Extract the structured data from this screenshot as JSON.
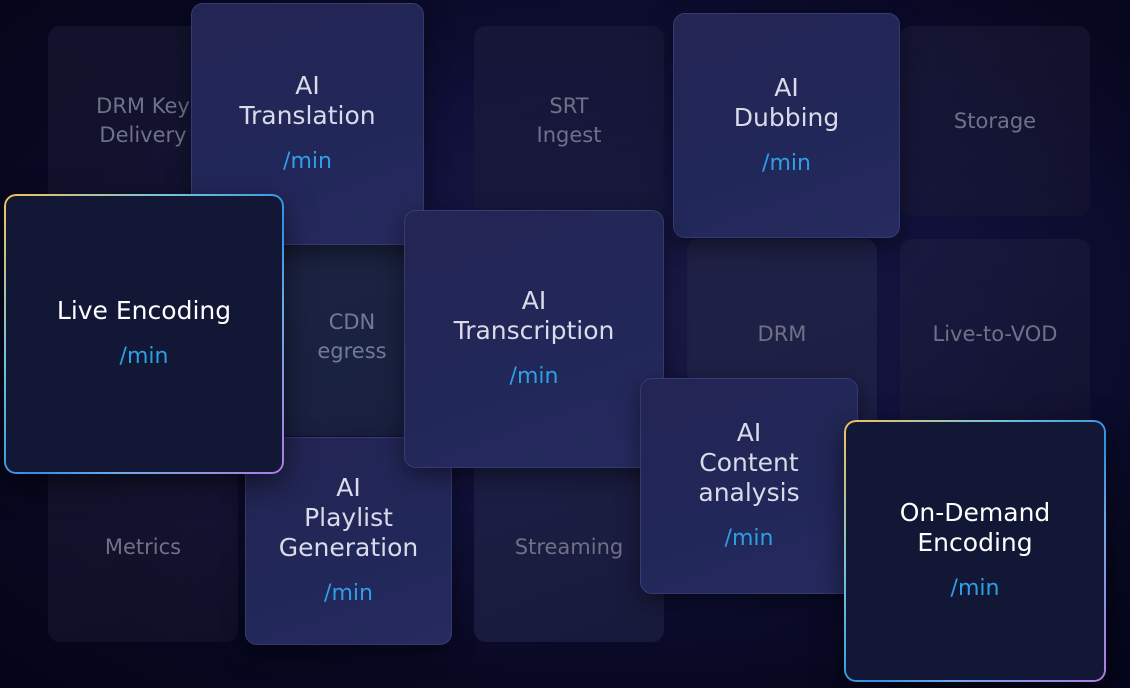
{
  "colors": {
    "unit_text": "#2e9fe4",
    "highlight_border_gradient": [
      "#f6c25a",
      "#2f8fe0",
      "#b07be0"
    ],
    "ai_tile_bg": "#232653",
    "dim_text": "#6f7187"
  },
  "tiles": {
    "drm_key_delivery": {
      "lines": [
        "DRM Key",
        "Delivery"
      ]
    },
    "ai_translation": {
      "lines": [
        "AI",
        "Translation"
      ],
      "unit": "/min"
    },
    "srt_ingest": {
      "lines": [
        "SRT",
        "Ingest"
      ]
    },
    "ai_dubbing": {
      "lines": [
        "AI",
        "Dubbing"
      ],
      "unit": "/min"
    },
    "storage": {
      "lines": [
        "Storage"
      ]
    },
    "live_encoding": {
      "lines": [
        "Live Encoding"
      ],
      "unit": "/min"
    },
    "cdn_egress": {
      "lines": [
        "CDN",
        "egress"
      ]
    },
    "ai_transcription": {
      "lines": [
        "AI",
        "Transcription"
      ],
      "unit": "/min"
    },
    "drm": {
      "lines": [
        "DRM"
      ]
    },
    "live_to_vod": {
      "lines": [
        "Live-to-VOD"
      ]
    },
    "metrics": {
      "lines": [
        "Metrics"
      ]
    },
    "ai_playlist_generation": {
      "lines": [
        "AI",
        "Playlist",
        "Generation"
      ],
      "unit": "/min"
    },
    "streaming": {
      "lines": [
        "Streaming"
      ]
    },
    "ai_content_analysis": {
      "lines": [
        "AI",
        "Content",
        "analysis"
      ],
      "unit": "/min"
    },
    "on_demand_encoding": {
      "lines": [
        "On-Demand",
        "Encoding"
      ],
      "unit": "/min"
    }
  }
}
